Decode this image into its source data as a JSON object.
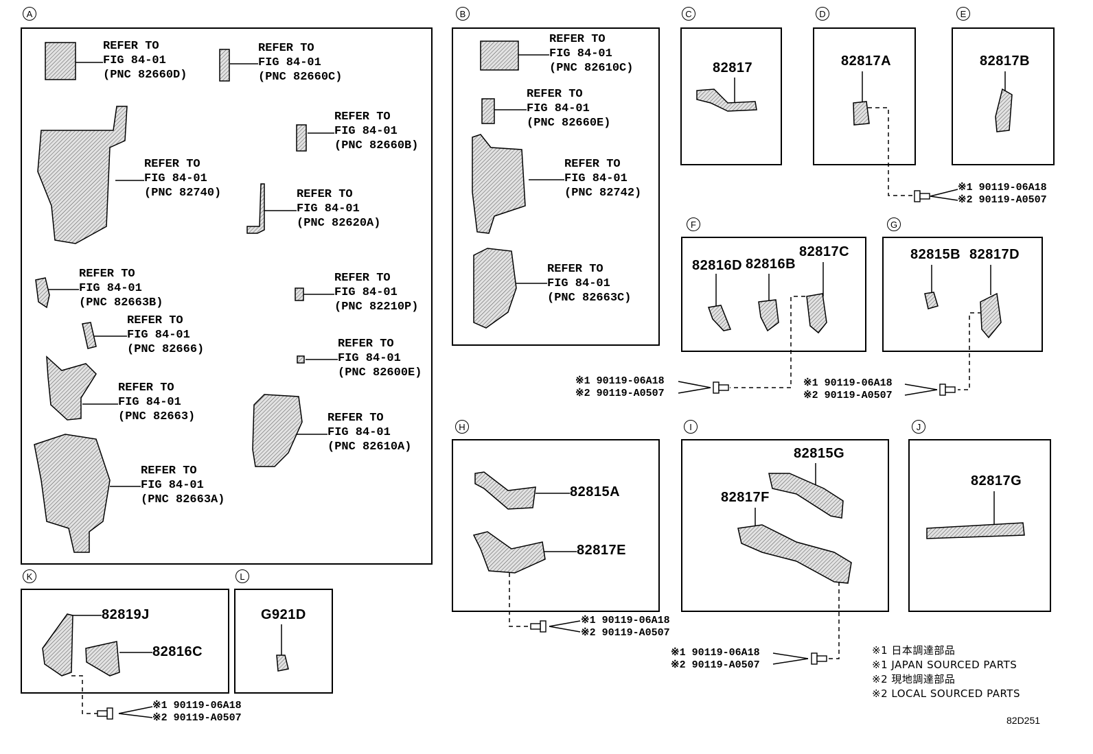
{
  "sections": {
    "A": "A",
    "B": "B",
    "C": "C",
    "D": "D",
    "E": "E",
    "F": "F",
    "G": "G",
    "H": "H",
    "I": "I",
    "J": "J",
    "K": "K",
    "L": "L"
  },
  "refer_to": "REFER TO",
  "fig": "FIG 84-01",
  "refs": {
    "r82660D": "(PNC 82660D)",
    "r82660C": "(PNC 82660C)",
    "r82660B": "(PNC 82660B)",
    "r82740": "(PNC 82740)",
    "r82620A": "(PNC 82620A)",
    "r82663B": "(PNC 82663B)",
    "r82210P": "(PNC 82210P)",
    "r82666": "(PNC 82666)",
    "r82600E": "(PNC 82600E)",
    "r82663": "(PNC 82663)",
    "r82610A": "(PNC 82610A)",
    "r82663A": "(PNC 82663A)",
    "r82610C": "(PNC 82610C)",
    "r82660E": "(PNC 82660E)",
    "r82742": "(PNC 82742)",
    "r82663C": "(PNC 82663C)"
  },
  "parts": {
    "p82817": "82817",
    "p82817A": "82817A",
    "p82817B": "82817B",
    "p82816D": "82816D",
    "p82816B": "82816B",
    "p82817C": "82817C",
    "p82815B": "82815B",
    "p82817D": "82817D",
    "p82815A": "82815A",
    "p82817E": "82817E",
    "p82815G": "82815G",
    "p82817F": "82817F",
    "p82817G": "82817G",
    "p82819J": "82819J",
    "p82816C": "82816C",
    "pG921D": "G921D"
  },
  "bolt": {
    "line1": "※1 90119-06A18",
    "line2": "※2 90119-A0507"
  },
  "legend": [
    "※1 日本調達部品",
    "※1 JAPAN SOURCED PARTS",
    "※2 現地調達部品",
    "※2 LOCAL SOURCED PARTS"
  ],
  "diagram_code": "82D251"
}
